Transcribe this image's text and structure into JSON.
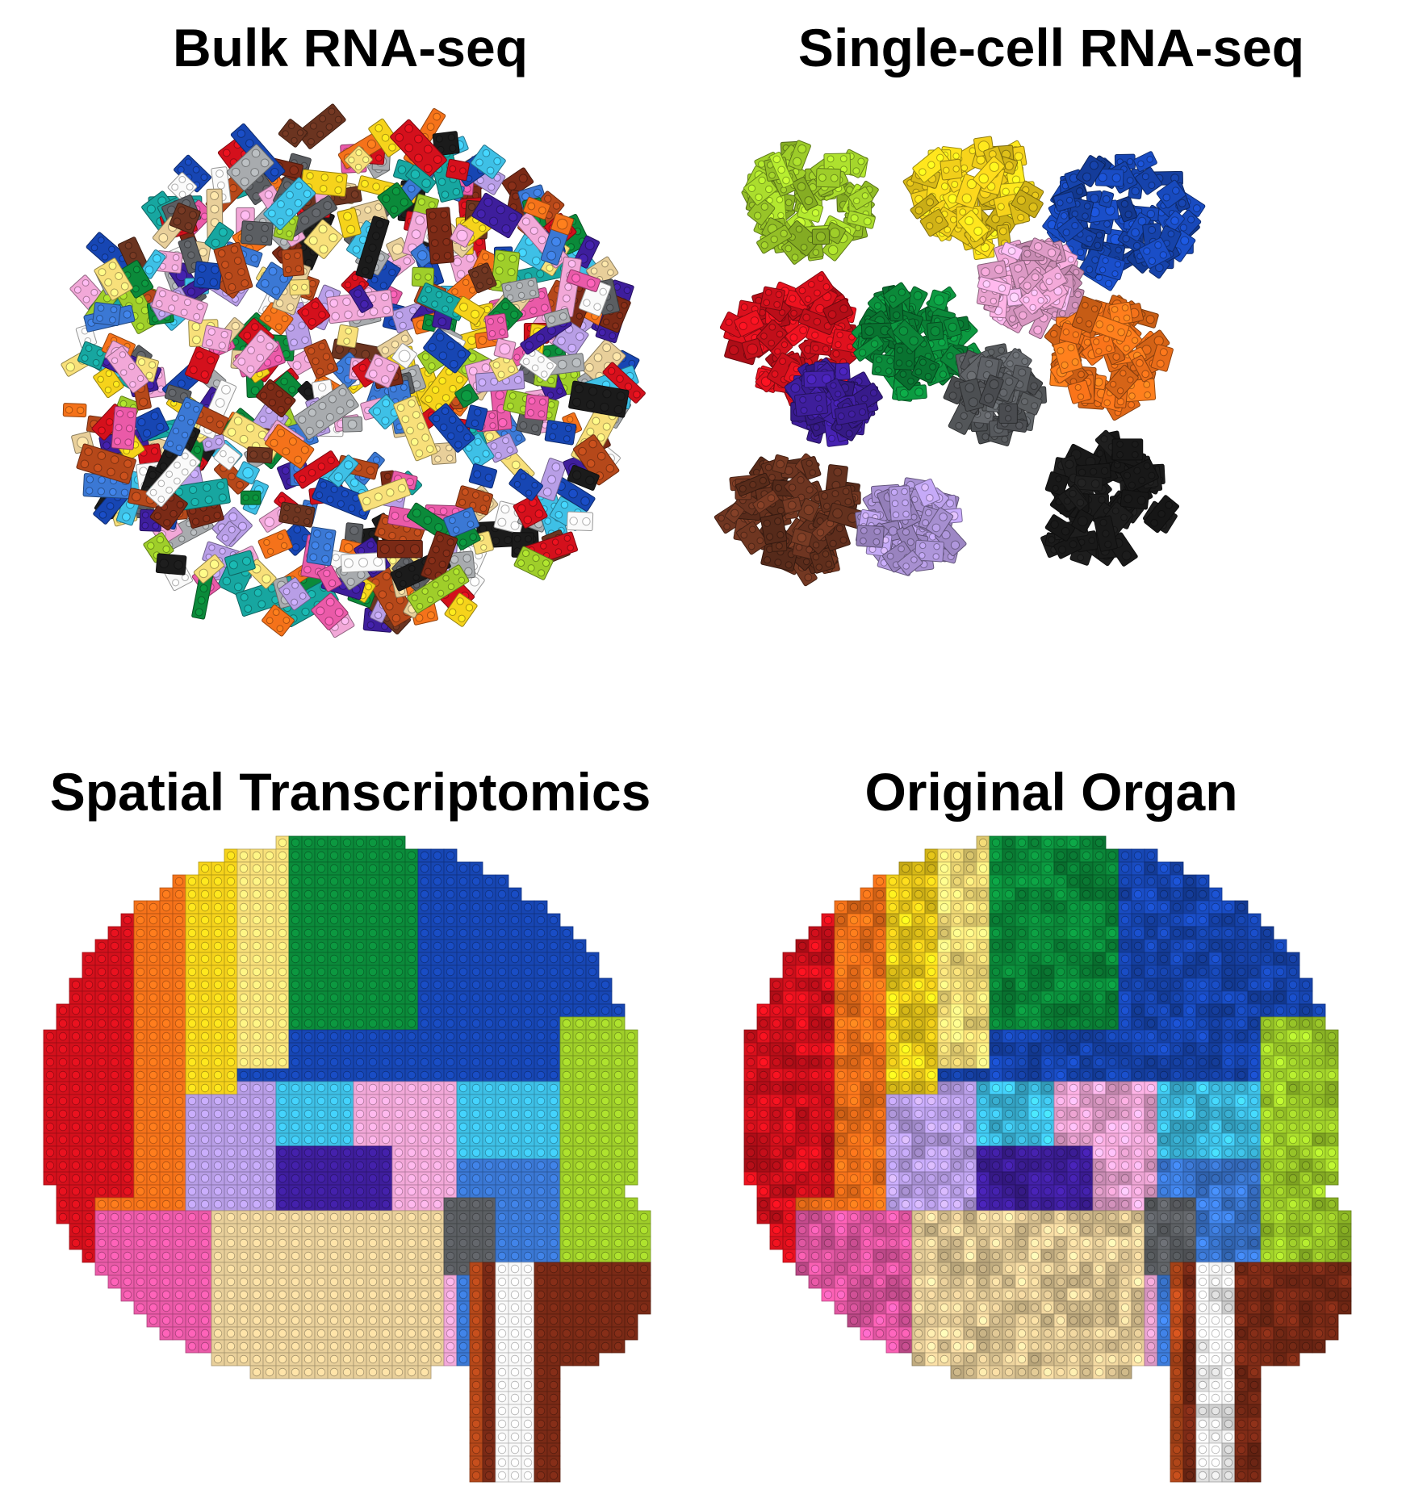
{
  "panels": {
    "bulk": {
      "title": "Bulk RNA-seq"
    },
    "single_cell": {
      "title": "Single-cell RNA-seq"
    },
    "spatial": {
      "title": "Spatial Transcriptomics"
    },
    "organ": {
      "title": "Original Organ"
    }
  },
  "brick_colors": {
    "red": "#d4101c",
    "orange": "#f5721a",
    "yellow": "#f6d31b",
    "light_yellow": "#f8e07a",
    "green": "#0b8a3a",
    "lime": "#9fce2a",
    "blue": "#1746b3",
    "medium_blue": "#3b78d4",
    "azure": "#3ec0e6",
    "lavender": "#b89ee6",
    "purple": "#3e1e9c",
    "pink": "#ea5aa8",
    "light_pink": "#f2a8d8",
    "tan": "#e8cf9a",
    "dark_gray": "#5b5e62",
    "light_gray": "#a8abae",
    "white": "#fafafa",
    "reddish_brown": "#7a2a16",
    "dark_orange": "#b5481a",
    "black": "#1b1b1b",
    "teal": "#17a6a0",
    "brown": "#6b3420"
  }
}
